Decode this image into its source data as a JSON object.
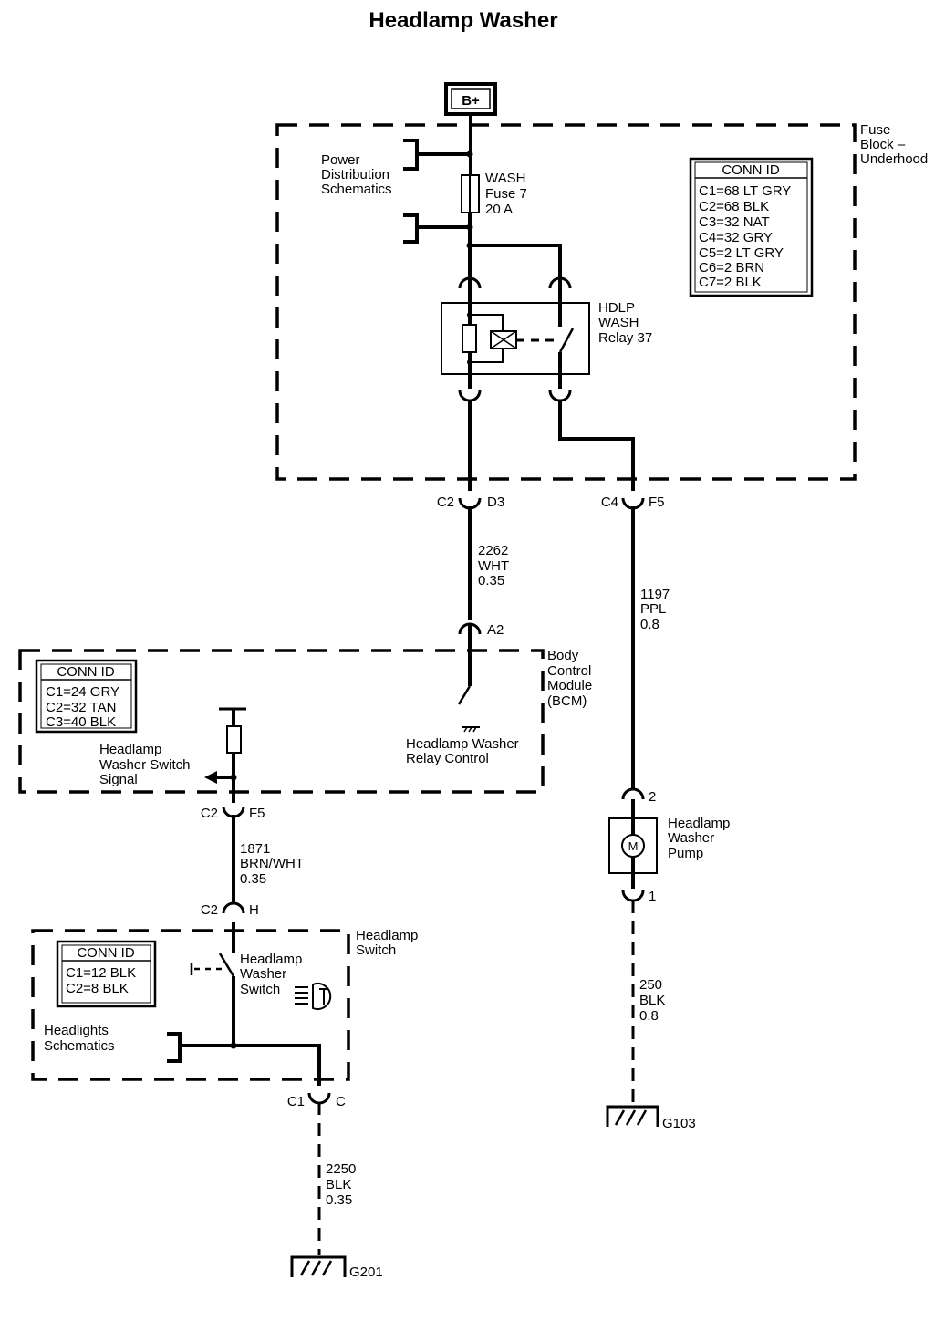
{
  "title": "Headlamp Washer",
  "power": {
    "label": "B+"
  },
  "fuse_block": {
    "name_line1": "Fuse",
    "name_line2": "Block –",
    "name_line3": "Underhood",
    "ref_line1": "Power",
    "ref_line2": "Distribution",
    "ref_line3": "Schematics",
    "fuse_line1": "WASH",
    "fuse_line2": "Fuse 7",
    "fuse_line3": "20 A",
    "relay_line1": "HDLP",
    "relay_line2": "WASH",
    "relay_line3": "Relay 37",
    "conn_id_title": "CONN ID",
    "conn_ids": [
      "C1=68 LT GRY",
      "C2=68 BLK",
      "C3=32 NAT",
      "C4=32 GRY",
      "C5=2 LT GRY",
      "C6=2 BRN",
      "C7=2 BLK"
    ]
  },
  "connectors": {
    "c2": "C2",
    "d3": "D3",
    "c4": "C4",
    "f5_top": "F5",
    "a2": "A2",
    "c2_bcm": "C2",
    "f5_bcm": "F5",
    "c2_switch": "C2",
    "h": "H",
    "c1": "C1",
    "c": "C",
    "pin2": "2",
    "pin1": "1"
  },
  "wires": {
    "w2262": [
      "2262",
      "WHT",
      "0.35"
    ],
    "w1197": [
      "1197",
      "PPL",
      "0.8"
    ],
    "w1871": [
      "1871",
      "BRN/WHT",
      "0.35"
    ],
    "w250": [
      "250",
      "BLK",
      "0.8"
    ],
    "w2250": [
      "2250",
      "BLK",
      "0.35"
    ]
  },
  "bcm": {
    "name_line1": "Body",
    "name_line2": "Control",
    "name_line3": "Module",
    "name_line4": "(BCM)",
    "conn_id_title": "CONN ID",
    "conn_ids": [
      "C1=24 GRY",
      "C2=32 TAN",
      "C3=40 BLK"
    ],
    "signal_line1": "Headlamp",
    "signal_line2": "Washer Switch",
    "signal_line3": "Signal",
    "control_line1": "Headlamp Washer",
    "control_line2": "Relay Control"
  },
  "headlamp_switch": {
    "name_line1": "Headlamp",
    "name_line2": "Switch",
    "conn_id_title": "CONN ID",
    "conn_ids": [
      "C1=12 BLK",
      "C2=8 BLK"
    ],
    "switch_line1": "Headlamp",
    "switch_line2": "Washer",
    "switch_line3": "Switch",
    "ref_line1": "Headlights",
    "ref_line2": "Schematics"
  },
  "pump": {
    "line1": "Headlamp",
    "line2": "Washer",
    "line3": "Pump",
    "motor": "M"
  },
  "grounds": {
    "g103": "G103",
    "g201": "G201"
  }
}
